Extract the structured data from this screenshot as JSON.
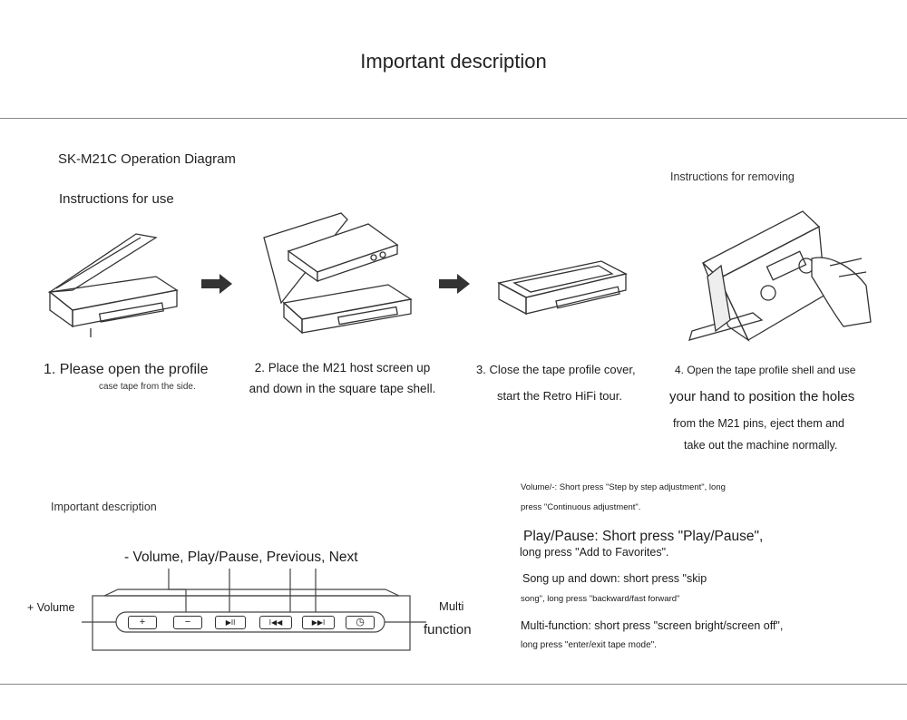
{
  "header": {
    "title": "Important description"
  },
  "diagram": {
    "title": "SK-M21C Operation Diagram",
    "usage_heading": "Instructions for use",
    "removing_heading": "Instructions for removing",
    "steps": [
      {
        "line1": "1. Please open the profile",
        "line2": "case tape from the side."
      },
      {
        "line1": "2. Place the M21 host screen up",
        "line2": "and down in the square tape shell."
      },
      {
        "line1": "3. Close the tape profile cover,",
        "line2": "start the Retro HiFi tour."
      },
      {
        "line1": "4. Open the tape profile shell and use",
        "line2": "your hand to position the holes",
        "line3": "from the M21 pins, eject them and",
        "line4": "take out the machine normally."
      }
    ]
  },
  "controls": {
    "heading": "Important description",
    "top_label": "- Volume, Play/Pause, Previous, Next",
    "left_label": "+ Volume",
    "right_label_1": "Multi",
    "right_label_2": "function",
    "buttons": [
      {
        "name": "volume-plus",
        "glyph": "+"
      },
      {
        "name": "volume-minus",
        "glyph": "−"
      },
      {
        "name": "play-pause",
        "glyph": "▶II"
      },
      {
        "name": "previous",
        "glyph": "I◀◀"
      },
      {
        "name": "next",
        "glyph": "▶▶I"
      },
      {
        "name": "multi-function",
        "glyph": "◷"
      }
    ]
  },
  "descriptions": {
    "volume_1": "Volume/-: Short press \"Step by step adjustment\", long",
    "volume_2": "press \"Continuous adjustment\".",
    "play_1": "Play/Pause: Short press \"Play/Pause\",",
    "play_2": "long press \"Add to Favorites\".",
    "song_1": "Song up and down: short press \"skip",
    "song_2": "song\", long press \"backward/fast forward\"",
    "multi_1": "Multi-function: short press \"screen bright/screen off\",",
    "multi_2": "long press \"enter/exit tape mode\"."
  }
}
